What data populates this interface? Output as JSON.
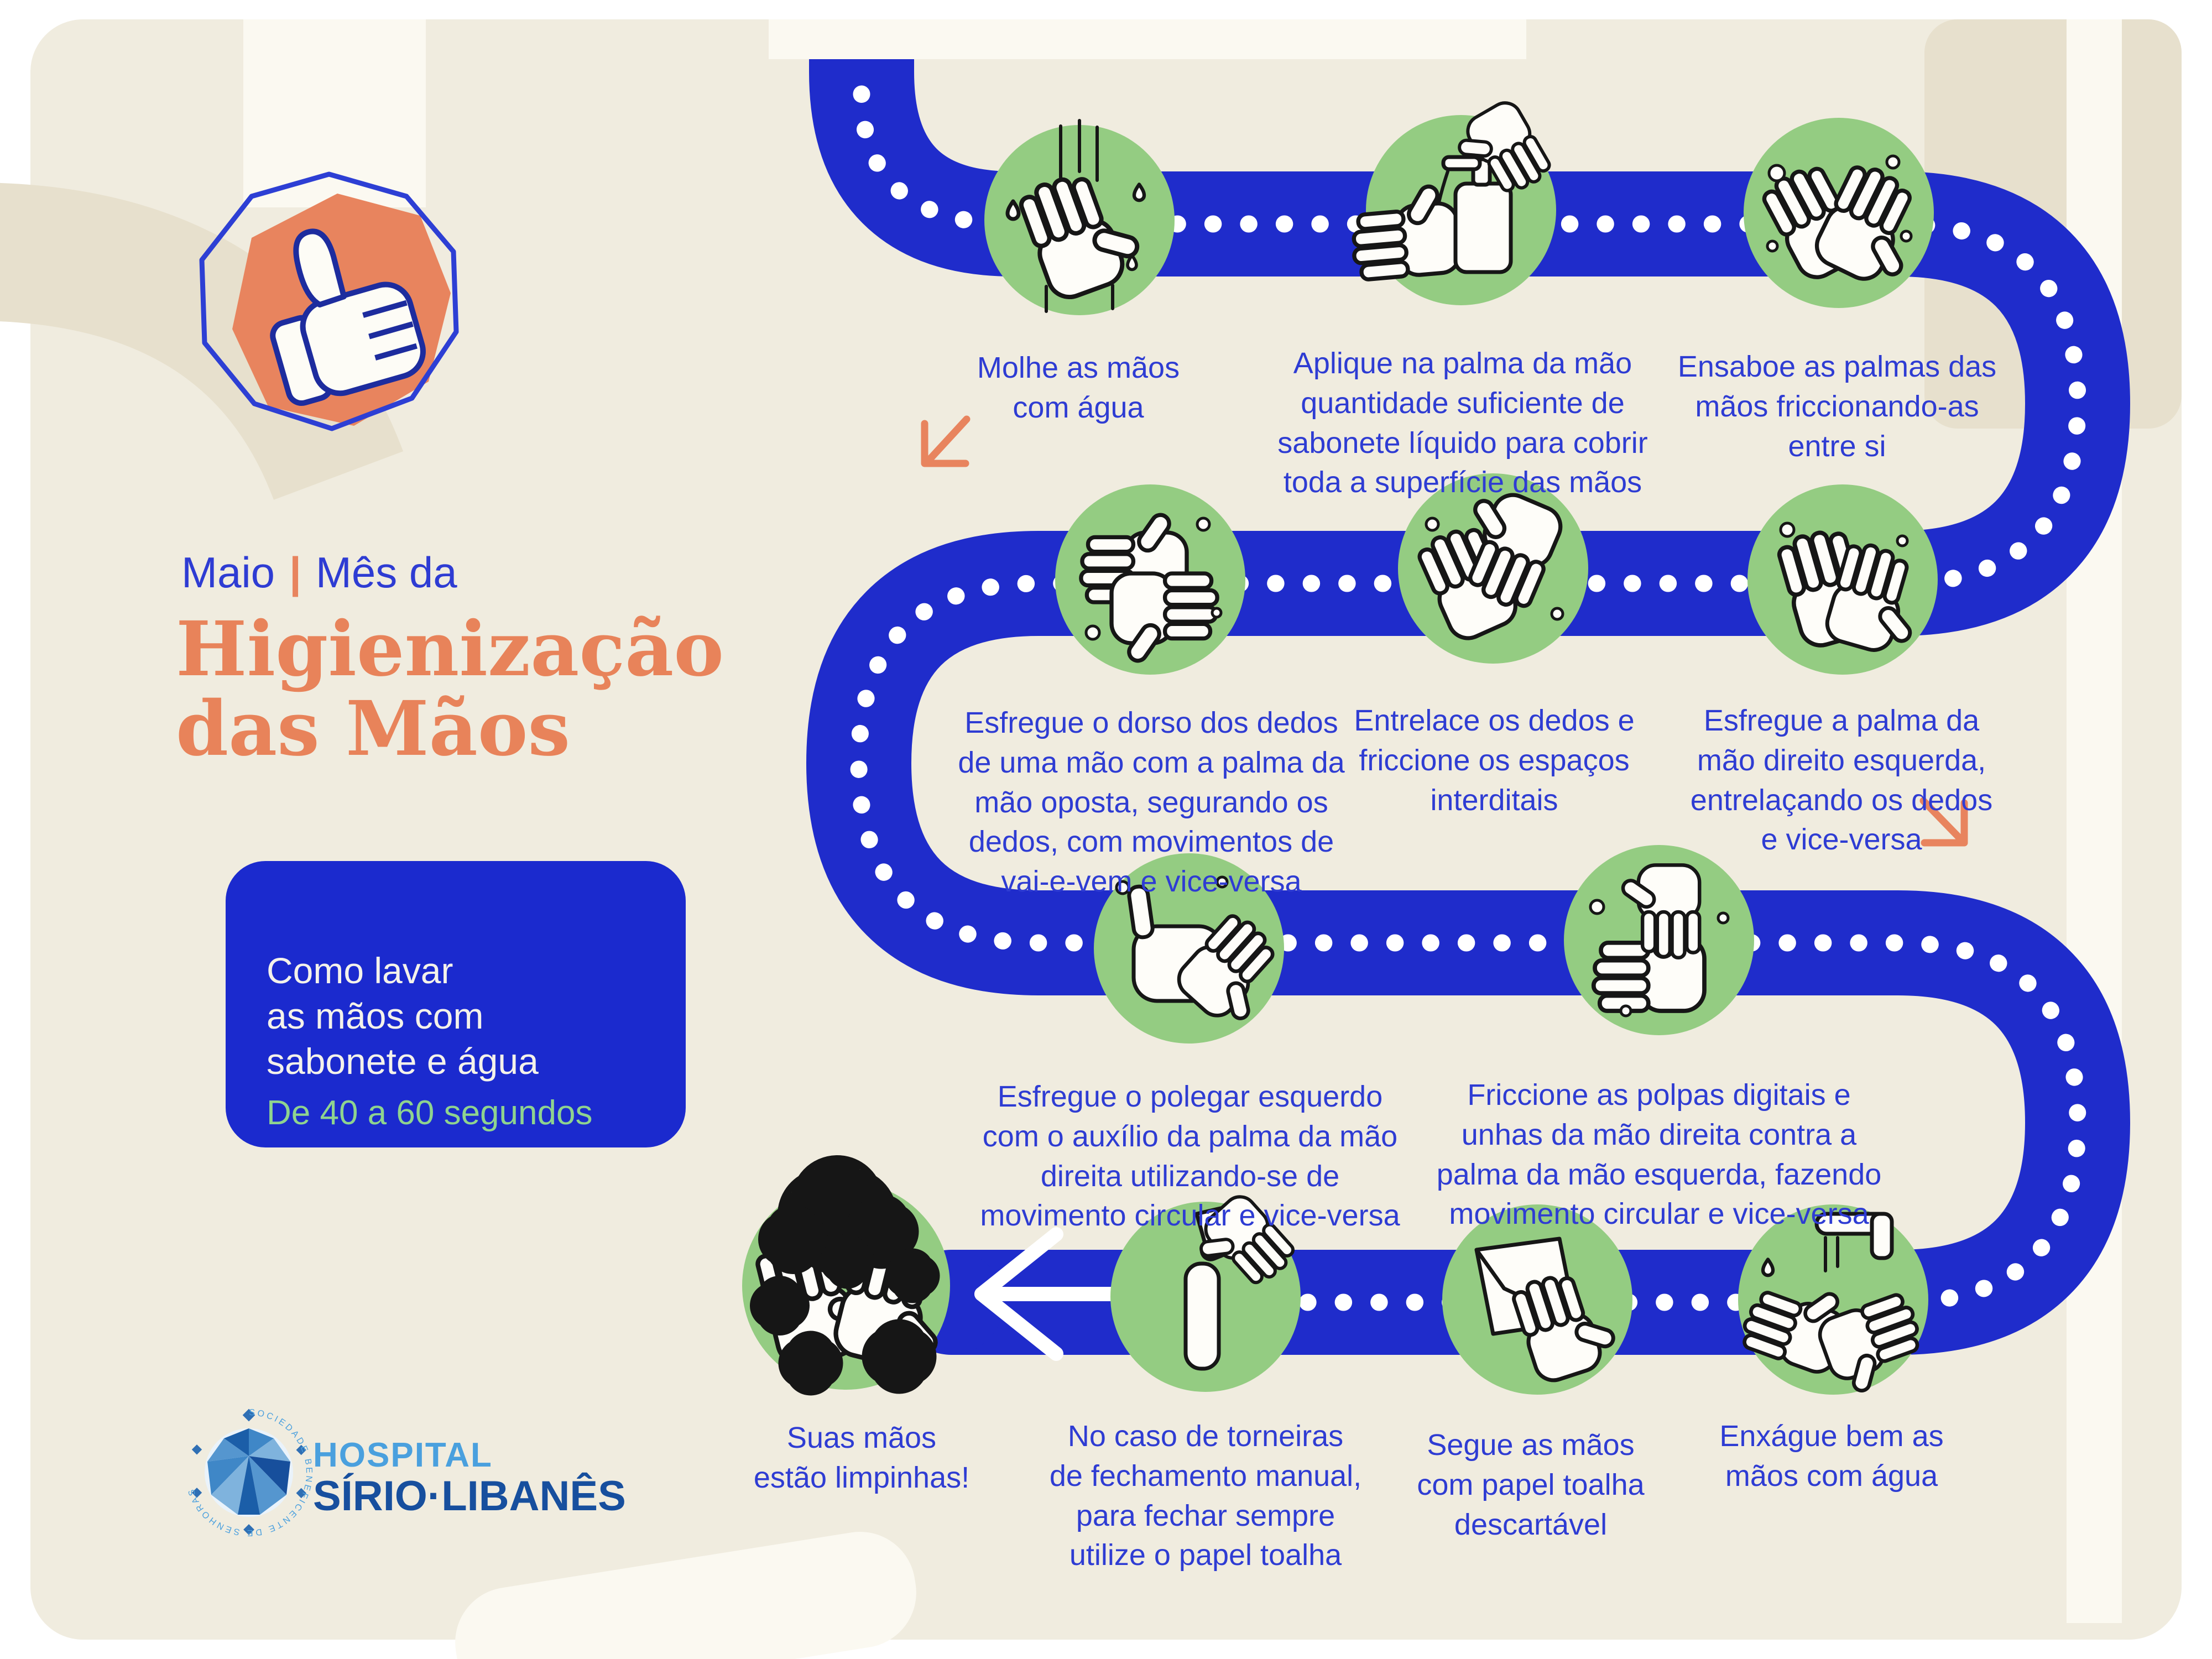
{
  "poster": {
    "header": {
      "month": "Maio",
      "separator": "|",
      "subtitle": "Mês da",
      "title": "Higienização\ndas Mãos"
    },
    "how_to_box": {
      "heading": "Como lavar\nas mãos com\nsabonete e água",
      "duration": "De 40 a 60 segundos"
    },
    "logo": {
      "ring_text": "SOCIEDADE BENEFICENTE DE SENHORAS",
      "name_line1": "HOSPITAL",
      "name_line2": "SÍRIO·LIBANÊS"
    },
    "steps": [
      {
        "id": 1,
        "icon": "wet-hands-icon",
        "text": "Molhe as mãos\ncom água"
      },
      {
        "id": 2,
        "icon": "soap-dispenser-icon",
        "text": "Aplique na palma da mão\nquantidade suficiente de\nsabonete líquido para cobrir\ntoda a superfície das mãos"
      },
      {
        "id": 3,
        "icon": "rub-palms-icon",
        "text": "Ensaboe as palmas das\nmãos friccionando-as\nentre si"
      },
      {
        "id": 4,
        "icon": "rub-back-of-fingers-icon",
        "text": "Esfregue o dorso dos dedos\nde uma mão com a palma da\nmão oposta, segurando os\ndedos, com movimentos de\nvai-e-vem e vice-versa"
      },
      {
        "id": 5,
        "icon": "interlace-fingers-icon",
        "text": "Entrelace os dedos e\nfriccione os espaços\ninterditais"
      },
      {
        "id": 6,
        "icon": "palm-over-back-icon",
        "text": "Esfregue a palma da\nmão direito esquerda,\nentrelaçando os dedos\ne vice-versa"
      },
      {
        "id": 7,
        "icon": "rub-thumb-icon",
        "text": "Esfregue o polegar esquerdo\ncom o auxílio da palma da mão\ndireita utilizando-se de\nmovimento circular e vice-versa"
      },
      {
        "id": 8,
        "icon": "rub-fingertips-icon",
        "text": "Friccione as polpas digitais e\nunhas da mão direita contra a\npalma da mão esquerda, fazendo\nmovimento circular e vice-versa"
      },
      {
        "id": 9,
        "icon": "rinse-hands-icon",
        "text": "Enxágue bem as\nmãos com água"
      },
      {
        "id": 10,
        "icon": "paper-towel-dry-icon",
        "text": "Segue as mãos\ncom papel toalha\ndescartável"
      },
      {
        "id": 11,
        "icon": "faucet-paper-towel-icon",
        "text": "No caso de torneiras\nde fechamento manual,\npara fechar sempre\nutilize o papel toalha"
      },
      {
        "id": 12,
        "icon": "clean-hands-icon",
        "text": "Suas mãos\nestão limpinhas!"
      }
    ],
    "colors": {
      "path-blue": "#1f2ccb",
      "box-blue": "#1b2ace",
      "caption-blue": "#2e3cd3",
      "orange": "#e8845e",
      "title-orange": "#e8835a",
      "green": "#94cc82",
      "green-text": "#8fd38f",
      "beige": "#f0ecdf",
      "beige-dark": "#e7e0cd",
      "cream": "#fbf9f1",
      "logo-light": "#4aa0de",
      "logo-dark": "#174f9e"
    }
  }
}
